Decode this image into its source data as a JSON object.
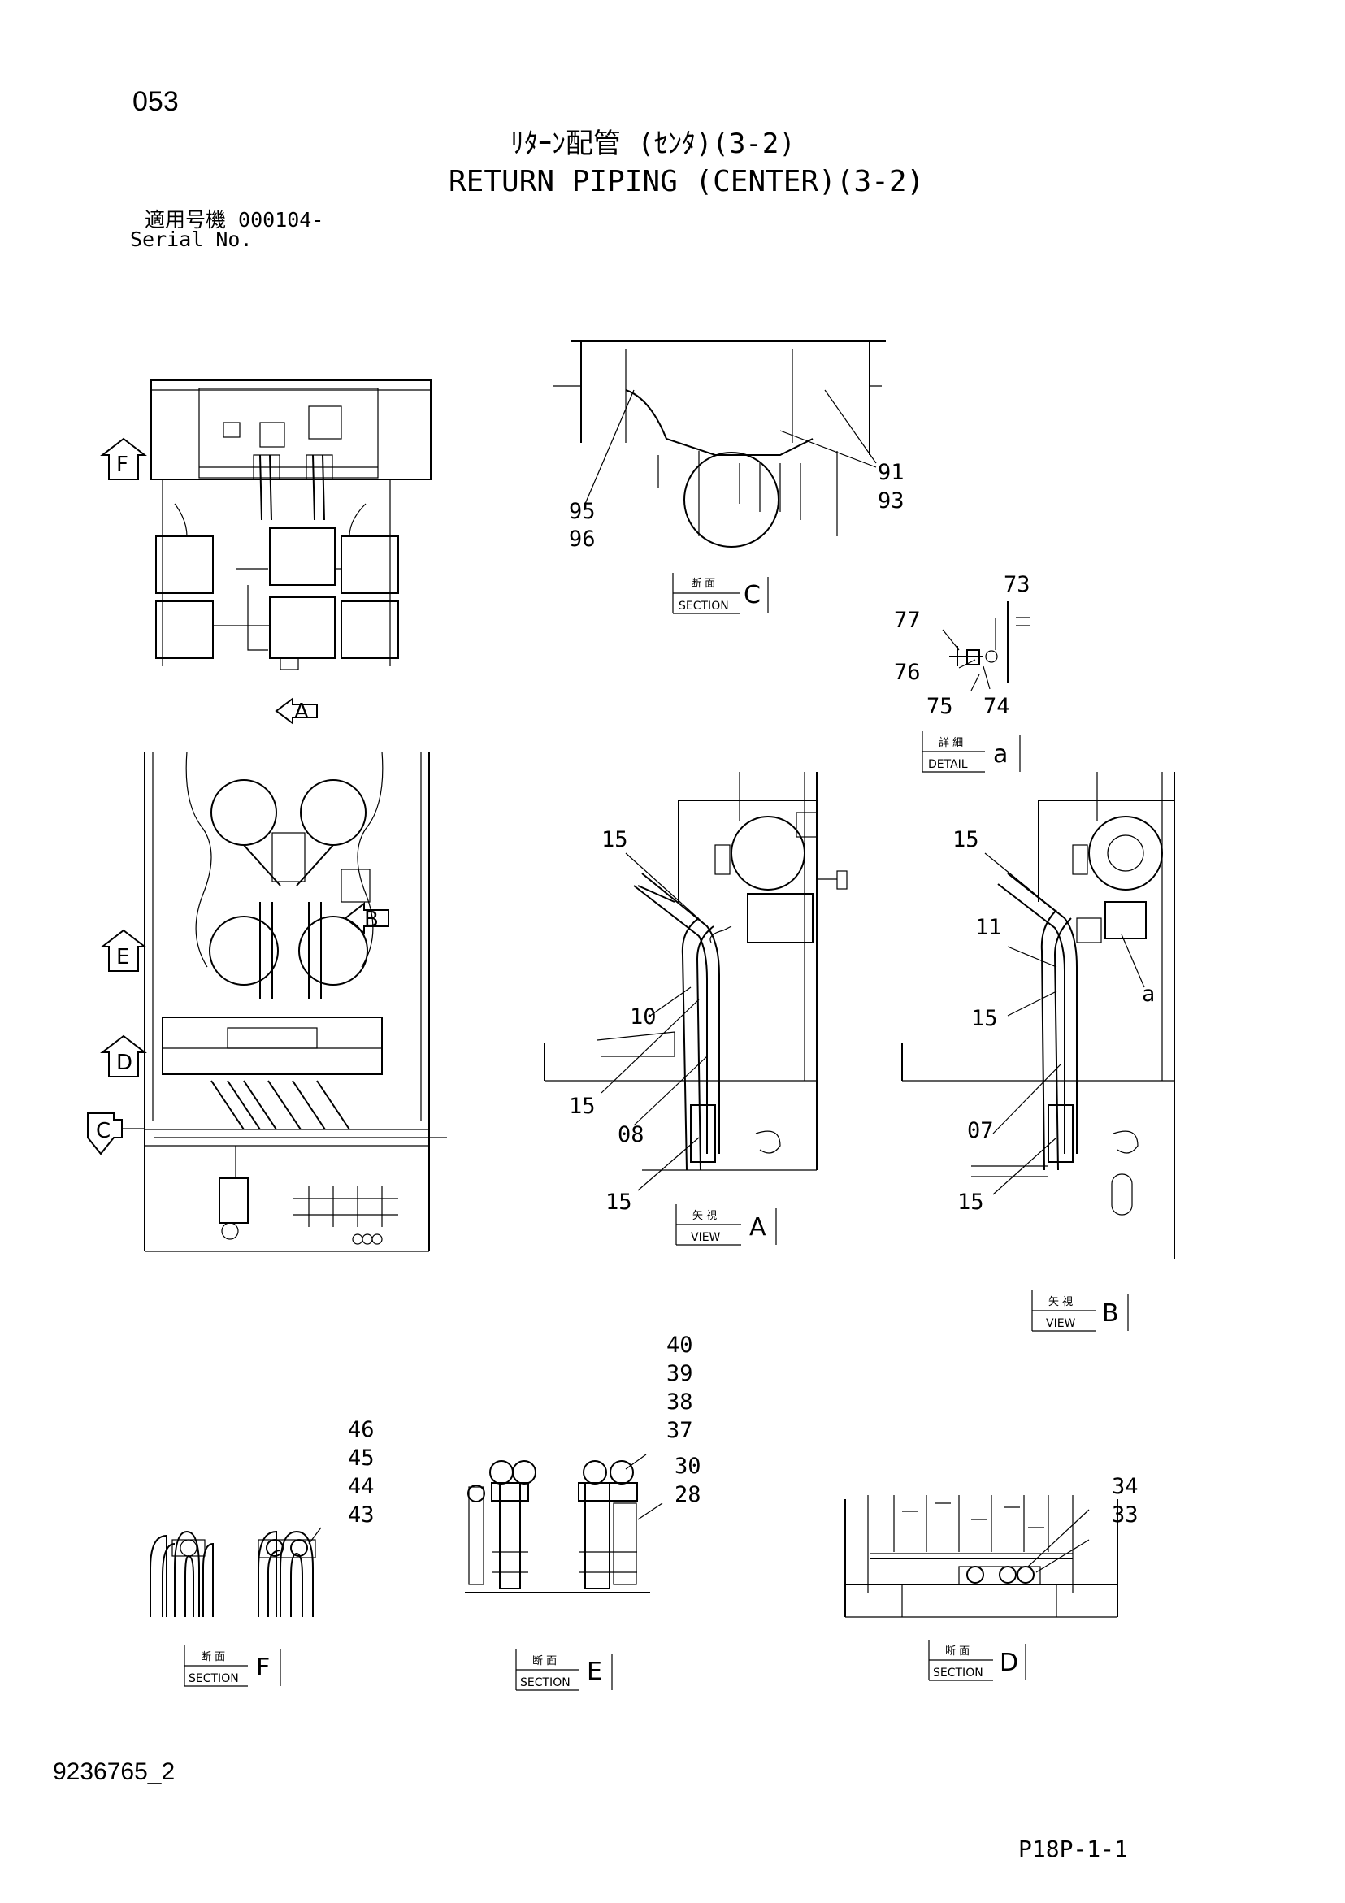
{
  "header": {
    "page_no": "053",
    "title_jp": "ﾘﾀｰﾝ配管 (ｾﾝﾀ)(3-2)",
    "title_en": "RETURN PIPING (CENTER)(3-2)",
    "serial_jp": "適用号機 000104-",
    "serial_en": "Serial No."
  },
  "footer": {
    "doc_number": "9236765_2",
    "sheet_ref": "P18P-1-1"
  },
  "view_markers": [
    "F",
    "A",
    "E",
    "B",
    "D",
    "C"
  ],
  "views": {
    "section_c": {
      "jp": "断 面",
      "en": "SECTION",
      "letter": "C"
    },
    "detail_a": {
      "jp": "詳 細",
      "en": "DETAIL",
      "letter": "a"
    },
    "view_a": {
      "jp": "矢 視",
      "en": "VIEW",
      "letter": "A"
    },
    "view_b": {
      "jp": "矢 視",
      "en": "VIEW",
      "letter": "B"
    },
    "section_f": {
      "jp": "断 面",
      "en": "SECTION",
      "letter": "F"
    },
    "section_e": {
      "jp": "断 面",
      "en": "SECTION",
      "letter": "E"
    },
    "section_d": {
      "jp": "断 面",
      "en": "SECTION",
      "letter": "D"
    }
  },
  "callouts": {
    "c91": "91",
    "c93": "93",
    "c95": "95",
    "c96": "96",
    "c73": "73",
    "c77": "77",
    "c76": "76",
    "c75": "75",
    "c74": "74",
    "a15a": "15",
    "a10": "10",
    "a15b": "15",
    "a08": "08",
    "a15c": "15",
    "b15a": "15",
    "b11": "11",
    "b15b": "15",
    "b07": "07",
    "b15c": "15",
    "b_a": "a",
    "e40": "40",
    "e39": "39",
    "e38": "38",
    "e37": "37",
    "e30": "30",
    "e28": "28",
    "f46": "46",
    "f45": "45",
    "f44": "44",
    "f43": "43",
    "d34": "34",
    "d33": "33"
  }
}
